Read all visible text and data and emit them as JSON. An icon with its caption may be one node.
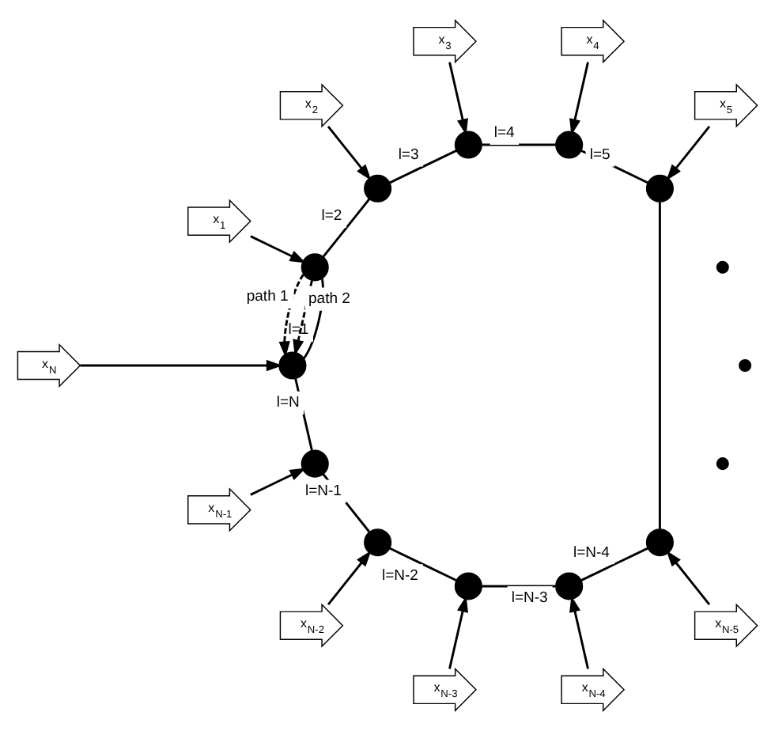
{
  "diagram": {
    "nodes": [
      {
        "text": [
          "x$_{N}$"
        ]
      },
      {
        "text": [
          "x$_{1}$"
        ]
      },
      {
        "text": [
          "x$_{2}$"
        ]
      },
      {
        "text": [
          "x$_{3}$"
        ]
      },
      {
        "text": [
          "x$_{4}$"
        ]
      },
      {
        "text": [
          "x$_{5}$"
        ]
      },
      {
        "text": [
          "x$_{N-1}$"
        ]
      },
      {
        "text": [
          "x$_{N-2}$"
        ]
      },
      {
        "text": [
          "x$_{N-3}$"
        ]
      },
      {
        "text": [
          "x$_{N-4}$"
        ]
      },
      {
        "text": [
          "x$_{N-5}$"
        ]
      },
      {
        "text": [],
        "shape": "circle"
      },
      {
        "text": [],
        "shape": "circle"
      },
      {
        "text": [],
        "shape": "circle"
      },
      {
        "text": [],
        "shape": "circle"
      },
      {
        "text": [],
        "shape": "circle"
      },
      {
        "text": [],
        "shape": "circle"
      },
      {
        "text": [],
        "shape": "circle"
      },
      {
        "text": [],
        "shape": "circle"
      },
      {
        "text": [],
        "shape": "circle"
      },
      {
        "text": [],
        "shape": "circle"
      },
      {
        "text": [],
        "shape": "circle"
      },
      {
        "text": [],
        "shape": "circle"
      },
      {
        "text": [],
        "shape": "circle"
      },
      {
        "text": [],
        "shape": "circle"
      }
    ],
    "edges": [
      {
        "from": 0,
        "to": 11,
        "arrow": "to"
      },
      {
        "from": 1,
        "to": 12,
        "arrow": "to"
      },
      {
        "from": 2,
        "to": 13,
        "arrow": "to"
      },
      {
        "from": 3,
        "to": 14,
        "arrow": "to"
      },
      {
        "from": 4,
        "to": 15,
        "arrow": "to"
      },
      {
        "from": 5,
        "to": 16,
        "arrow": "to"
      },
      {
        "from": 6,
        "to": 17,
        "arrow": "to"
      },
      {
        "from": 7,
        "to": 18,
        "arrow": "to"
      },
      {
        "from": 8,
        "to": 19,
        "arrow": "to"
      },
      {
        "from": 9,
        "to": 20,
        "arrow": "to"
      },
      {
        "from": 10,
        "to": 21,
        "arrow": "to"
      },
      {
        "from": 12,
        "to": 11,
        "label": "l=1",
        "arrow": "none"
      },
      {
        "from": 12,
        "to": 13,
        "label": "l=2",
        "arrow": "none"
      },
      {
        "from": 13,
        "to": 14,
        "label": "l=3",
        "arrow": "none"
      },
      {
        "from": 14,
        "to": 15,
        "label": "l=4",
        "arrow": "none"
      },
      {
        "from": 15,
        "to": 16,
        "label": "l=5",
        "arrow": "none"
      },
      {
        "from": 16,
        "to": 21,
        "arrow": "none"
      },
      {
        "from": 21,
        "to": 20,
        "label": "l=N-4",
        "arrow": "none"
      },
      {
        "from": 20,
        "to": 19,
        "label": "l=N-3",
        "arrow": "none"
      },
      {
        "from": 19,
        "to": 18,
        "label": "l=N-2",
        "arrow": "none"
      },
      {
        "from": 18,
        "to": 17,
        "label": "l=N-1",
        "arrow": "none"
      },
      {
        "from": 17,
        "to": 11,
        "label": "l=N",
        "arrow": "none"
      },
      {
        "from": 12,
        "to": 11,
        "label": "path 1",
        "arrow": "to",
        "style": "dashed"
      },
      {
        "from": 12,
        "to": 11,
        "label": "path 2",
        "arrow": "to",
        "style": "dashed"
      }
    ]
  }
}
